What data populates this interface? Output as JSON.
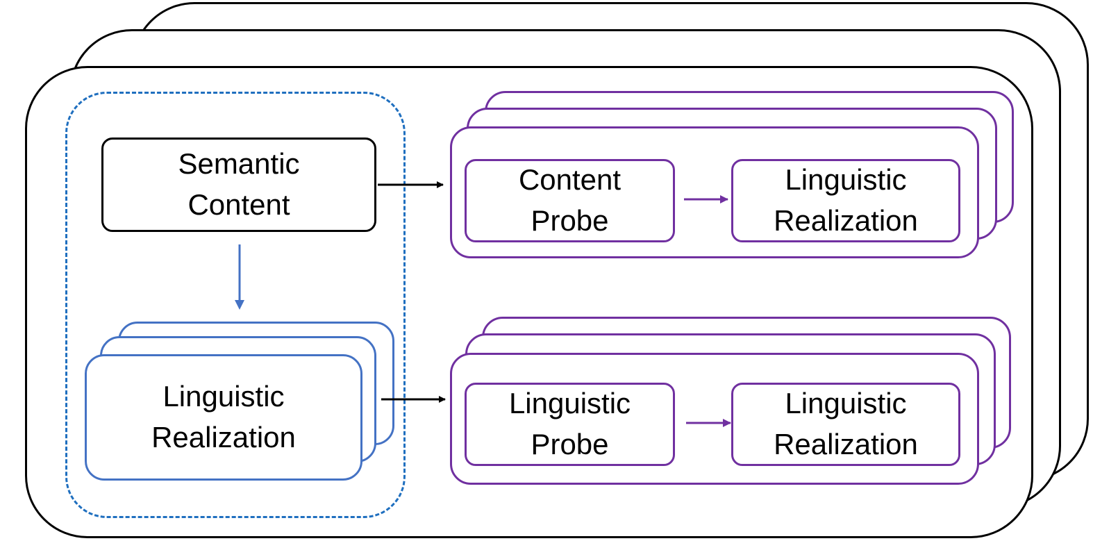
{
  "colors": {
    "outline": "#000000",
    "blue": "#4472c4",
    "dashed_blue": "#1f6fbf",
    "purple": "#7030a0"
  },
  "semantic_content": {
    "line1": "Semantic",
    "line2": "Content"
  },
  "linguistic_realization_left": {
    "line1": "Linguistic",
    "line2": "Realization"
  },
  "top_row": {
    "probe": {
      "line1": "Content",
      "line2": "Probe"
    },
    "realization": {
      "line1": "Linguistic",
      "line2": "Realization"
    }
  },
  "bottom_row": {
    "probe": {
      "line1": "Linguistic",
      "line2": "Probe"
    },
    "realization": {
      "line1": "Linguistic",
      "line2": "Realization"
    }
  }
}
